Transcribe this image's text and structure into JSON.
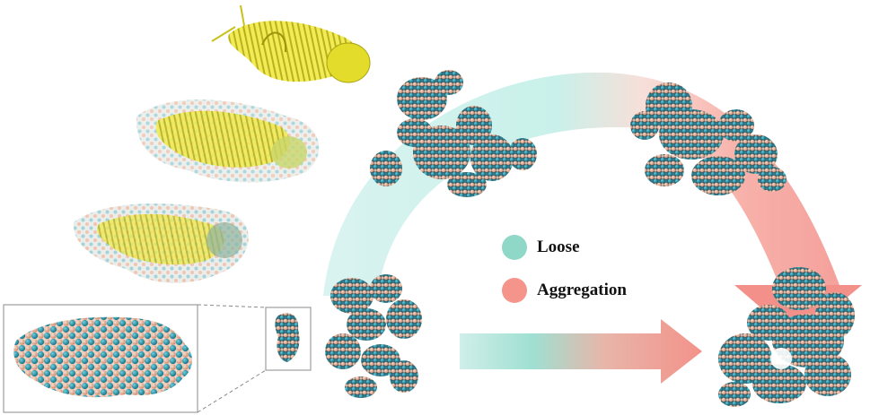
{
  "legend": {
    "loose": {
      "label": "Loose",
      "color": "#8fd8c8"
    },
    "aggregation": {
      "label": "Aggregation",
      "color": "#f4948b"
    }
  },
  "colors": {
    "protein_ribbon": "#e8e02a",
    "protein_ribbon_dark": "#a9a30f",
    "atom_teal": "#1f8ea3",
    "atom_peach": "#e8a98c",
    "atom_dark": "#37474f",
    "arc_teal": "#bfeee6",
    "arc_red": "#f5a39b",
    "zoom_box": "#9e9e9e"
  },
  "icons": [
    "protein-ribbon-structure",
    "coated-protein-structure",
    "atomic-cluster",
    "zoom-box",
    "process-arrow",
    "aggregation-arrow"
  ]
}
